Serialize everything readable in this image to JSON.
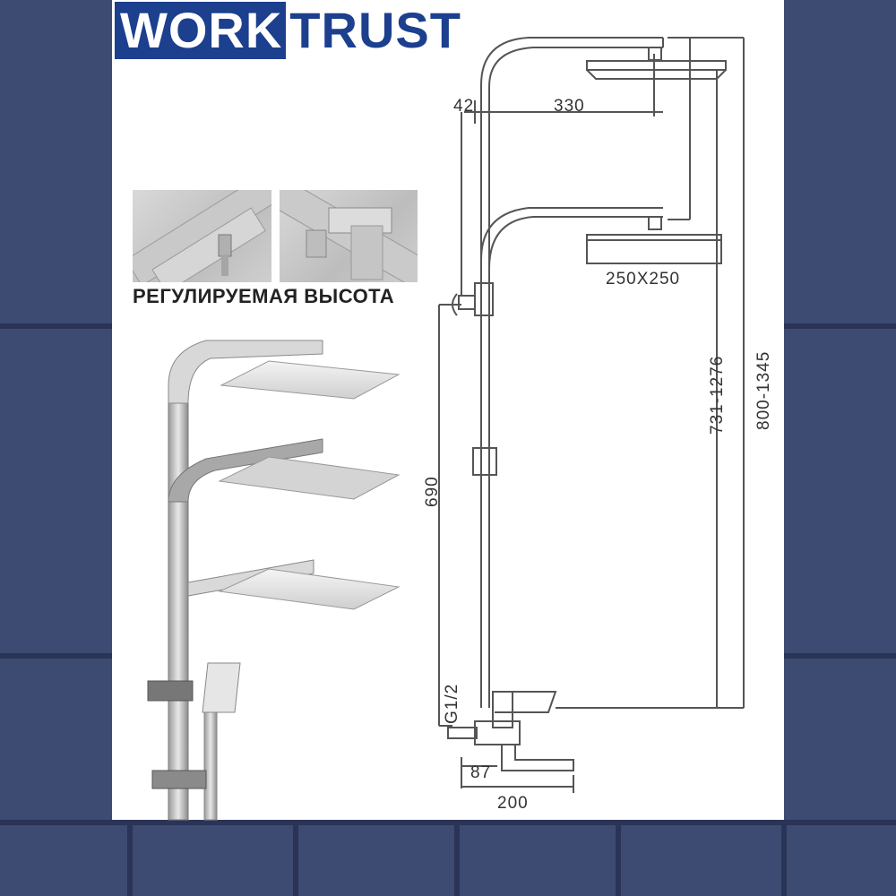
{
  "brand": {
    "part1": "WORK",
    "part2": "TRUST",
    "color_dark": "#1c3f8e"
  },
  "caption": "РЕГУЛИРУЕМАЯ ВЫСОТА",
  "dimensions": {
    "d42": "42",
    "d330": "330",
    "head_size": "250X250",
    "height_range_1": "731-1276",
    "height_range_2": "800-1345",
    "d690": "690",
    "thread": "G1/2",
    "d87": "87",
    "d200": "200"
  },
  "colors": {
    "background": "#3d4a72",
    "panel": "#ffffff",
    "line": "#555555"
  }
}
